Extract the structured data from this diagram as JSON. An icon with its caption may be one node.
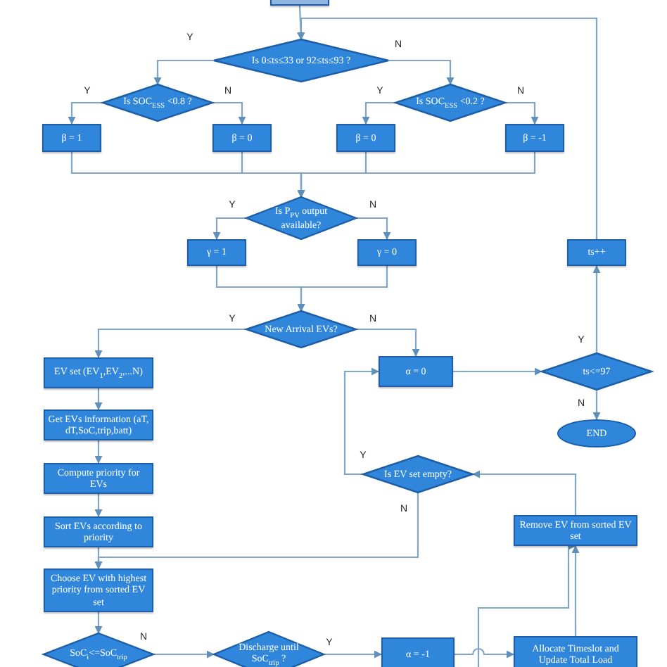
{
  "diagram": {
    "nodes": [
      {
        "text": [],
        "shape": "box"
      },
      {
        "text": [
          "Is 0≤ts≤33 or 92≤ts≤93 ?"
        ]
      },
      {
        "text": [
          "Is SOC$_{ESS}$ <0.8 ?"
        ]
      },
      {
        "text": [
          "Is SOC$_{ESS}$ <0.2 ?"
        ]
      },
      {
        "text": [
          "β = 1"
        ]
      },
      {
        "text": [
          "β = 0"
        ]
      },
      {
        "text": [
          "β = 0"
        ]
      },
      {
        "text": [
          "β = -1"
        ]
      },
      {
        "text": [
          "Is P$_{PV}$ output available?"
        ]
      },
      {
        "text": [
          "γ = 1"
        ]
      },
      {
        "text": [
          "γ = 0"
        ]
      },
      {
        "text": [
          "New Arrival EVs?"
        ]
      },
      {
        "text": [
          "EV set (EV$_{1}$,EV$_{2}$,...N)"
        ]
      },
      {
        "text": [
          "α = 0"
        ]
      },
      {
        "text": [
          "ts<=97"
        ]
      },
      {
        "text": [
          "ts++"
        ]
      },
      {
        "text": [
          "END"
        ]
      },
      {
        "text": [
          "Get EVs information (aT, dT,SoC,trip,batt)"
        ]
      },
      {
        "text": [
          "Compute priority for EVs"
        ]
      },
      {
        "text": [
          "Sort EVs according to priority"
        ]
      },
      {
        "text": [
          "Is EV set empty?"
        ]
      },
      {
        "text": [
          "Remove EV from sorted EV set"
        ]
      },
      {
        "text": [
          "Choose EV with highest priority from sorted EV set"
        ]
      },
      {
        "text": [
          "SoC$_{i}$<=SoC$_{trip}$"
        ]
      },
      {
        "text": [
          "Discharge until SoC$_{trip}$ ?"
        ]
      },
      {
        "text": [
          "α = -1"
        ]
      },
      {
        "text": [
          "Allocate Timeslot and Update Total Load"
        ]
      }
    ],
    "edges": [
      {
        "from": 0,
        "to": 1,
        "arrow": "to"
      },
      {
        "from": 15,
        "to": 1,
        "arrow": "to"
      },
      {
        "from": 1,
        "to": 2,
        "arrow": "to",
        "label": "Y"
      },
      {
        "from": 1,
        "to": 3,
        "arrow": "to",
        "label": "N"
      },
      {
        "from": 2,
        "to": 4,
        "arrow": "to",
        "label": "Y"
      },
      {
        "from": 2,
        "to": 5,
        "arrow": "to",
        "label": "N"
      },
      {
        "from": 3,
        "to": 6,
        "arrow": "to",
        "label": "Y"
      },
      {
        "from": 3,
        "to": 7,
        "arrow": "to",
        "label": "N"
      },
      {
        "from": 4,
        "to": 8,
        "arrow": "to"
      },
      {
        "from": 5,
        "to": 8,
        "arrow": "to"
      },
      {
        "from": 6,
        "to": 8,
        "arrow": "to"
      },
      {
        "from": 7,
        "to": 8,
        "arrow": "to"
      },
      {
        "from": 8,
        "to": 9,
        "arrow": "to",
        "label": "Y"
      },
      {
        "from": 8,
        "to": 10,
        "arrow": "to",
        "label": "N"
      },
      {
        "from": 9,
        "to": 11,
        "arrow": "to"
      },
      {
        "from": 10,
        "to": 11,
        "arrow": "to"
      },
      {
        "from": 11,
        "to": 12,
        "arrow": "to",
        "label": "Y"
      },
      {
        "from": 11,
        "to": 13,
        "arrow": "to",
        "label": "N"
      },
      {
        "from": 12,
        "to": 17,
        "arrow": "to"
      },
      {
        "from": 17,
        "to": 18,
        "arrow": "to"
      },
      {
        "from": 18,
        "to": 19,
        "arrow": "to"
      },
      {
        "from": 19,
        "to": 22,
        "arrow": "to"
      },
      {
        "from": 20,
        "to": 22,
        "arrow": "to",
        "label": "N"
      },
      {
        "from": 20,
        "to": 13,
        "arrow": "to",
        "label": "Y"
      },
      {
        "from": 13,
        "to": 14,
        "arrow": "to"
      },
      {
        "from": 14,
        "to": 15,
        "arrow": "to",
        "label": "Y"
      },
      {
        "from": 14,
        "to": 16,
        "arrow": "to",
        "label": "N"
      },
      {
        "from": 22,
        "to": 23,
        "arrow": "to"
      },
      {
        "from": 23,
        "to": 24,
        "arrow": "to",
        "label": "N"
      },
      {
        "from": 24,
        "to": 25,
        "arrow": "to",
        "label": "Y"
      },
      {
        "from": 25,
        "to": 26,
        "arrow": "to"
      },
      {
        "from": 26,
        "to": 21,
        "arrow": "to"
      },
      {
        "from": 21,
        "to": 20,
        "arrow": "to"
      },
      {
        "from": null,
        "to": 21,
        "arrow": "to"
      }
    ]
  }
}
